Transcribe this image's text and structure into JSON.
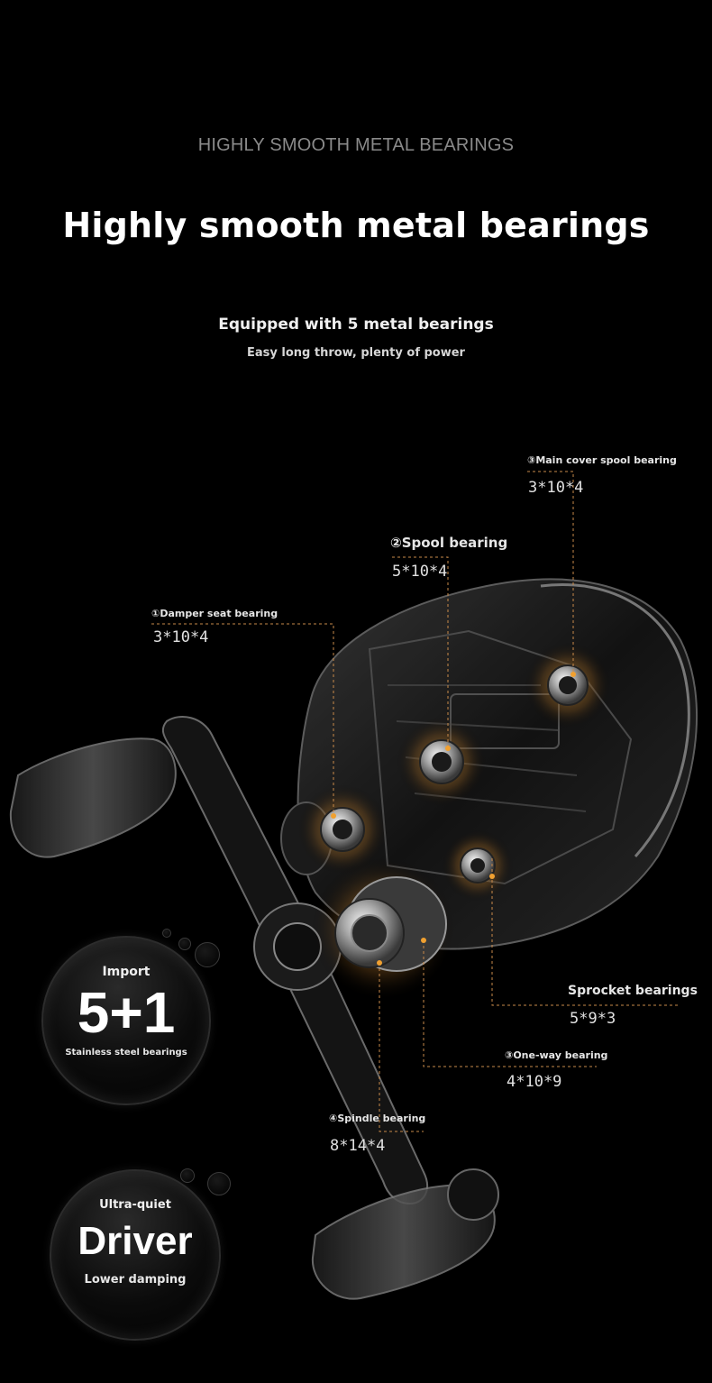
{
  "header": {
    "eyebrow": "HIGHLY SMOOTH METAL BEARINGS",
    "title": "Highly smooth metal bearings",
    "subtitle": "Equipped with 5 metal bearings",
    "tagline": "Easy long throw, plenty of power"
  },
  "callouts": {
    "main_cover": {
      "label": "③Main cover spool bearing",
      "size": "3*10*4"
    },
    "spool": {
      "label": "②Spool bearing",
      "size": "5*10*4"
    },
    "damper": {
      "label": "①Damper seat bearing",
      "size": "3*10*4"
    },
    "sprocket": {
      "label": "Sprocket bearings",
      "size": "5*9*3"
    },
    "one_way": {
      "label": "③One-way bearing",
      "size": "4*10*9"
    },
    "spindle": {
      "label": "④Spindle bearing",
      "size": "8*14*4"
    }
  },
  "badges": {
    "import": {
      "top": "Import",
      "big": "5+1",
      "bottom": "Stainless steel bearings"
    },
    "driver": {
      "top": "Ultra-quiet",
      "big": "Driver",
      "bottom": "Lower damping"
    }
  },
  "colors": {
    "background": "#000000",
    "leader_line": "#c98a4a",
    "bearing_glow": "#e0a040"
  }
}
